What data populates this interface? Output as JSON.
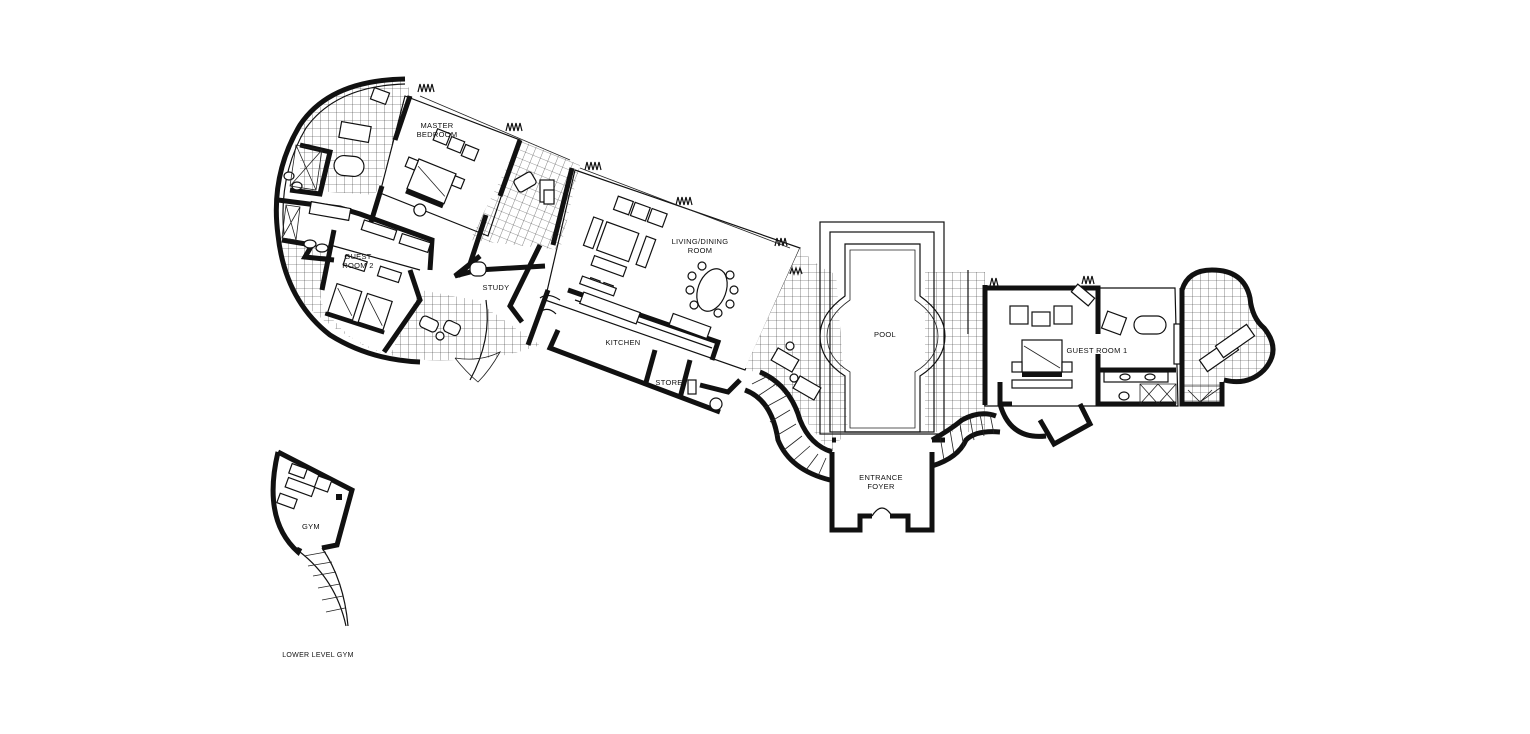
{
  "colors": {
    "background": "#ffffff",
    "ink": "#111111"
  },
  "labels": {
    "master_bedroom": [
      "MASTER",
      "BEDROOM"
    ],
    "living_dining": [
      "LIVING/DINING",
      "ROOM"
    ],
    "guest_room_2": [
      "GUEST",
      "ROOM 2"
    ],
    "study": "STUDY",
    "kitchen": "KITCHEN",
    "store": "STORE",
    "pool": "POOL",
    "entrance_foyer": [
      "ENTRANCE",
      "FOYER"
    ],
    "guest_room_1": "GUEST ROOM 1",
    "gym": "GYM",
    "lower_level_gym": "LOWER LEVEL GYM"
  }
}
